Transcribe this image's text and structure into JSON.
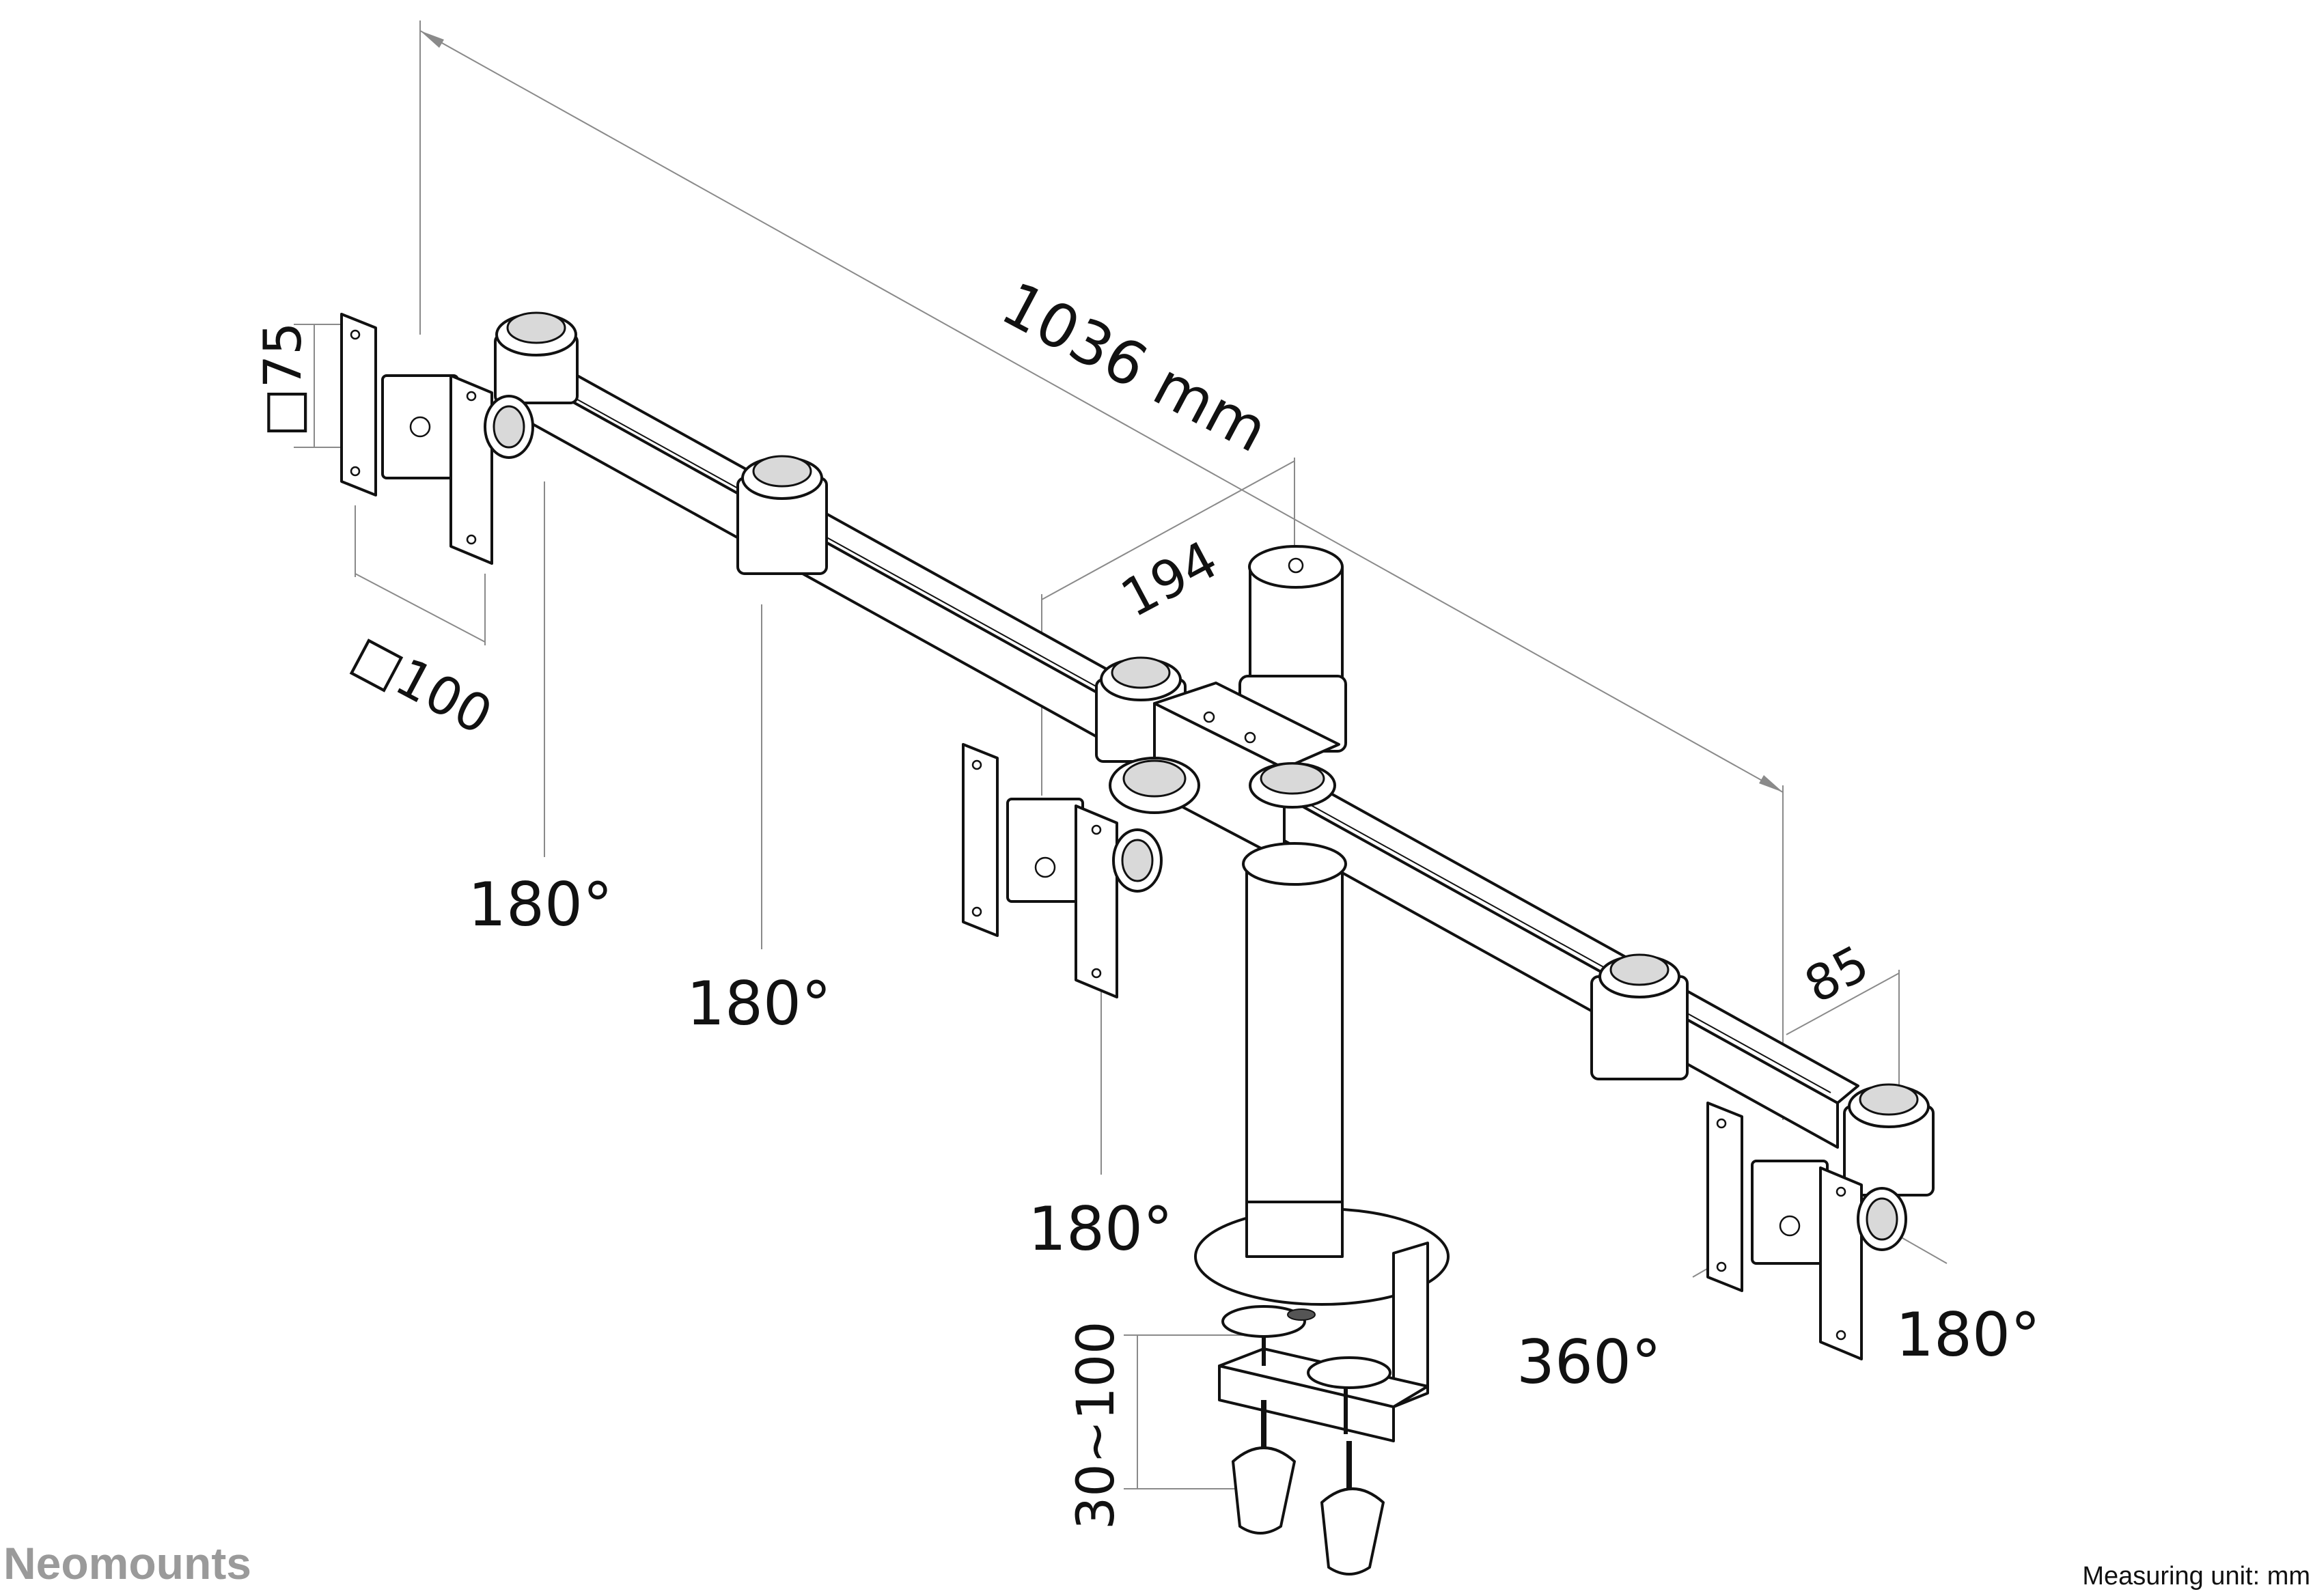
{
  "brand": {
    "name": "Neomounts"
  },
  "footer": {
    "measuring_unit": "Measuring unit: mm"
  },
  "dimensions": {
    "overall_width": "1036 mm",
    "arm_offset": "194",
    "plate_offset": "85",
    "vesa_vertical": "□75",
    "vesa_horizontal": "□100",
    "desk_thickness": "30~100"
  },
  "rotations": {
    "left_outer": "180°",
    "left_inner": "180°",
    "center": "180°",
    "right_tilt": "360°",
    "right_outer": "180°"
  },
  "colors": {
    "line": "#111111",
    "leader": "#8a8a8a",
    "brand": "#9a9a9a"
  }
}
